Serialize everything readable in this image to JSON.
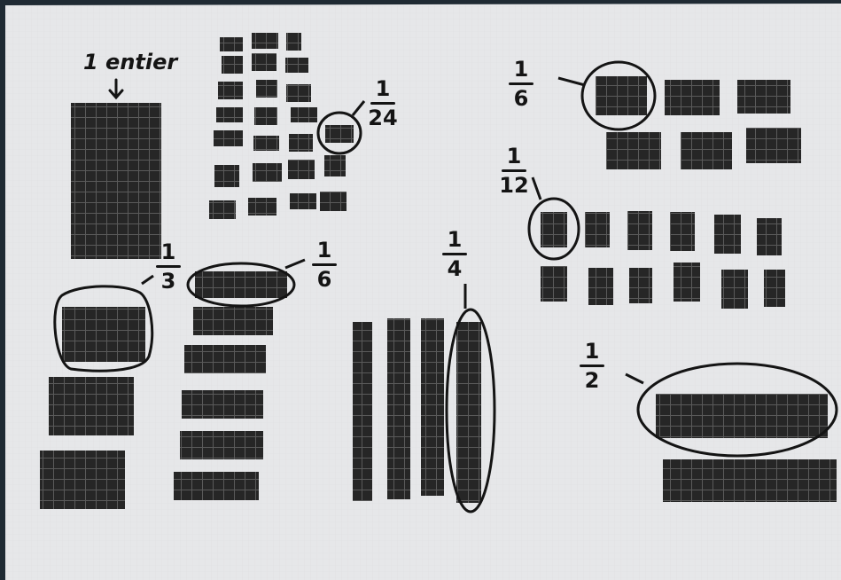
{
  "labels": {
    "whole": "1 entier",
    "frac_1_24": {
      "num": "1",
      "den": "24"
    },
    "frac_1_3": {
      "num": "1",
      "den": "3"
    },
    "frac_1_6_left": {
      "num": "1",
      "den": "6"
    },
    "frac_1_4": {
      "num": "1",
      "den": "4"
    },
    "frac_1_6_right": {
      "num": "1",
      "den": "6"
    },
    "frac_1_12": {
      "num": "1",
      "den": "12"
    },
    "frac_1_2": {
      "num": "1",
      "den": "2"
    }
  },
  "colors": {
    "paper": "#e6e7e9",
    "ink": "#141414",
    "chocolate": "#262626",
    "frame": "#1f2a33"
  }
}
